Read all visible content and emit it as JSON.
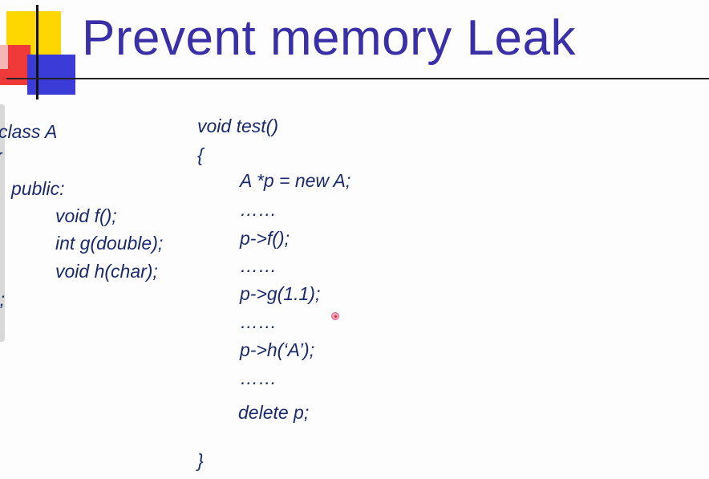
{
  "slide": {
    "title": "Prevent memory Leak",
    "colors": {
      "title": "#3a2fa6",
      "code": "#1a2a6e",
      "logo_yellow": "#ffd700",
      "logo_red": "#f03a3a",
      "logo_blue": "#3b3bd8"
    }
  },
  "class_code": {
    "line1": "class A",
    "line2": "{",
    "line3": "public:",
    "line4": "void f();",
    "line5": "int g(double);",
    "line6": "void h(char);",
    "line7": "};"
  },
  "test_code": {
    "line1": "void test()",
    "line2": "{",
    "line3": "A *p = new A;",
    "line4": "……",
    "line5": "p->f();",
    "line6": "……",
    "line7": "p->g(1.1);",
    "line8": "……",
    "line9": "p->h(‘A’);",
    "line10": "……",
    "line11": "delete p;",
    "line12": "}"
  },
  "pointer": {
    "icon": "mouse-pointer-dot-icon"
  }
}
